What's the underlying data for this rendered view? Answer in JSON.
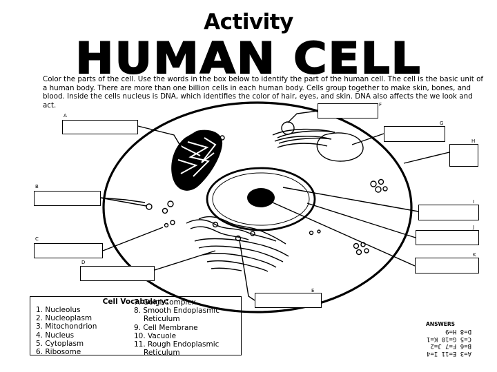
{
  "slide_title": "Activity",
  "headline": "HUMAN CELL",
  "intro": "Color the parts of the cell. Use the words in the box below to identify the part of the human cell. The cell is the basic unit of a human body. There are more than one billion cells in each human body. Cells group together to make skin, bones, and blood. Inside the cells nucleus is DNA, which identifies the color of hair, eyes, and skin. DNA also affects the we look and act.",
  "labels": [
    "A",
    "B",
    "C",
    "D",
    "E",
    "F",
    "G",
    "H",
    "I",
    "J",
    "K"
  ],
  "vocab": {
    "title": "Cell Vocabulary:",
    "col1": [
      "1. Nucleolus",
      "2. Nucleoplasm",
      "3. Mitochondrion",
      "4. Nucleus",
      "5. Cytoplasm",
      "6. Ribosome"
    ],
    "col2": [
      "7. Golgi Complex",
      "8. Smooth Endoplasmic",
      "Reticulum",
      "9. Cell Membrane",
      "10. Vacuole",
      "11. Rough Endoplasmic",
      "Reticulum"
    ]
  },
  "answers": {
    "title": "ANSWERS",
    "rows": [
      "A=3  E=11   I=4",
      "B=6  F=7    J=2",
      "C=5  G=10   K=1",
      "D=8  H=9"
    ]
  }
}
